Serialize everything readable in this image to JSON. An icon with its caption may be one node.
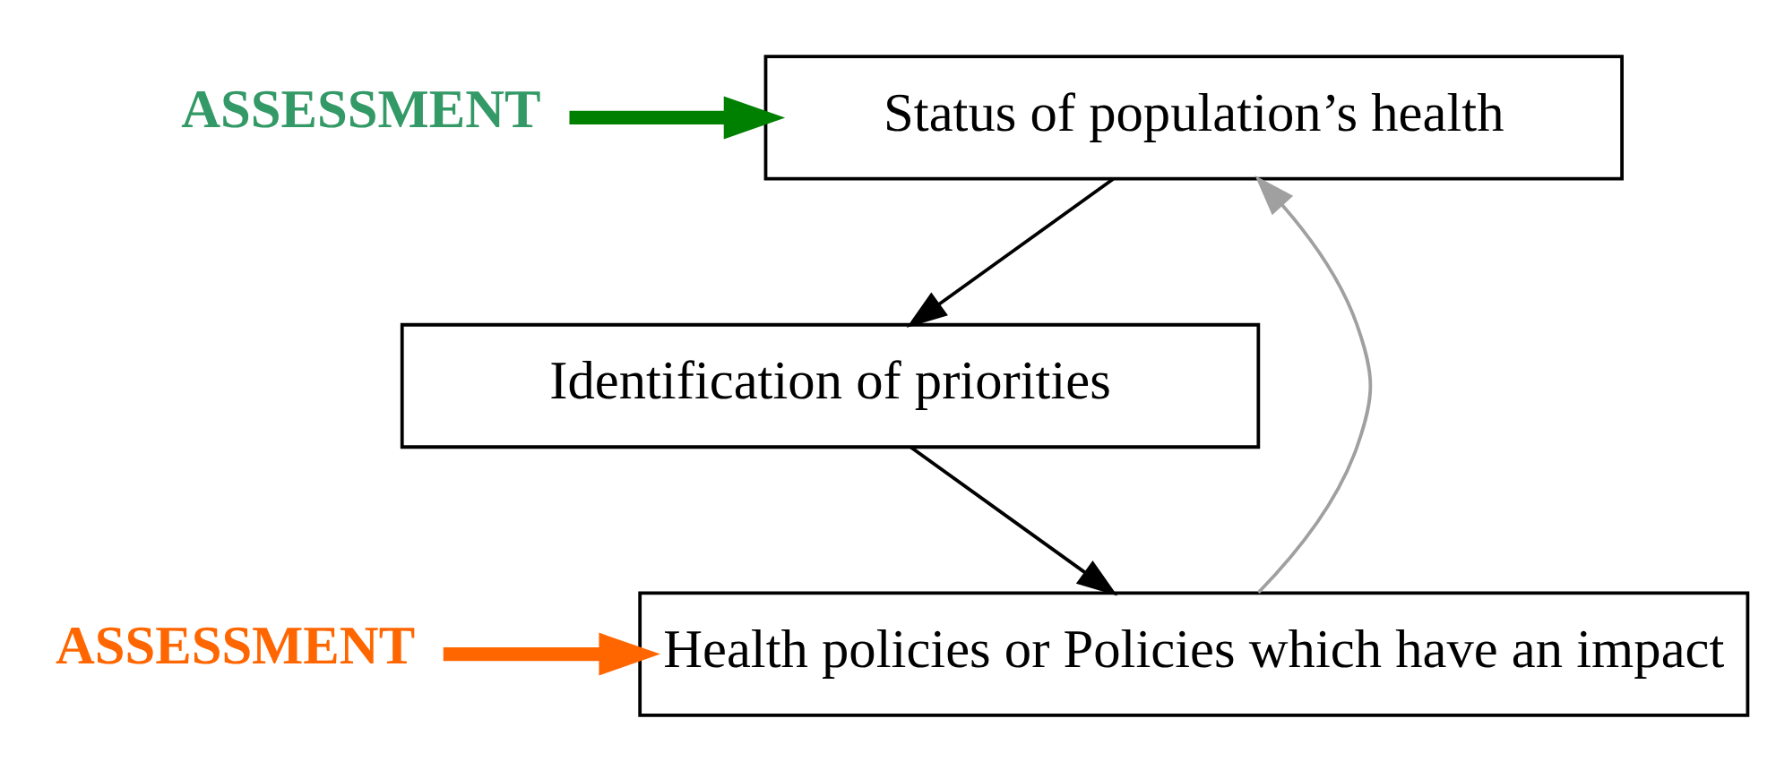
{
  "diagram": {
    "nodes": [
      {
        "text": [
          "ASSESSMENT"
        ]
      },
      {
        "text": [
          "Status of population’s health"
        ]
      },
      {
        "text": [
          "Identification of priorities"
        ]
      },
      {
        "text": [
          "ASSESSMENT"
        ]
      },
      {
        "text": [
          "Health policies or Policies which have an impact"
        ]
      }
    ],
    "edges": [
      {
        "from": 0,
        "to": 1,
        "arrow": "to",
        "style": "thick",
        "color": "#008000"
      },
      {
        "from": 1,
        "to": 2,
        "arrow": "to"
      },
      {
        "from": 2,
        "to": 4,
        "arrow": "to"
      },
      {
        "from": 3,
        "to": 4,
        "arrow": "to",
        "style": "thick",
        "color": "#ff6600"
      },
      {
        "from": 4,
        "to": 1,
        "arrow": "to",
        "color": "#a0a0a0"
      }
    ]
  }
}
